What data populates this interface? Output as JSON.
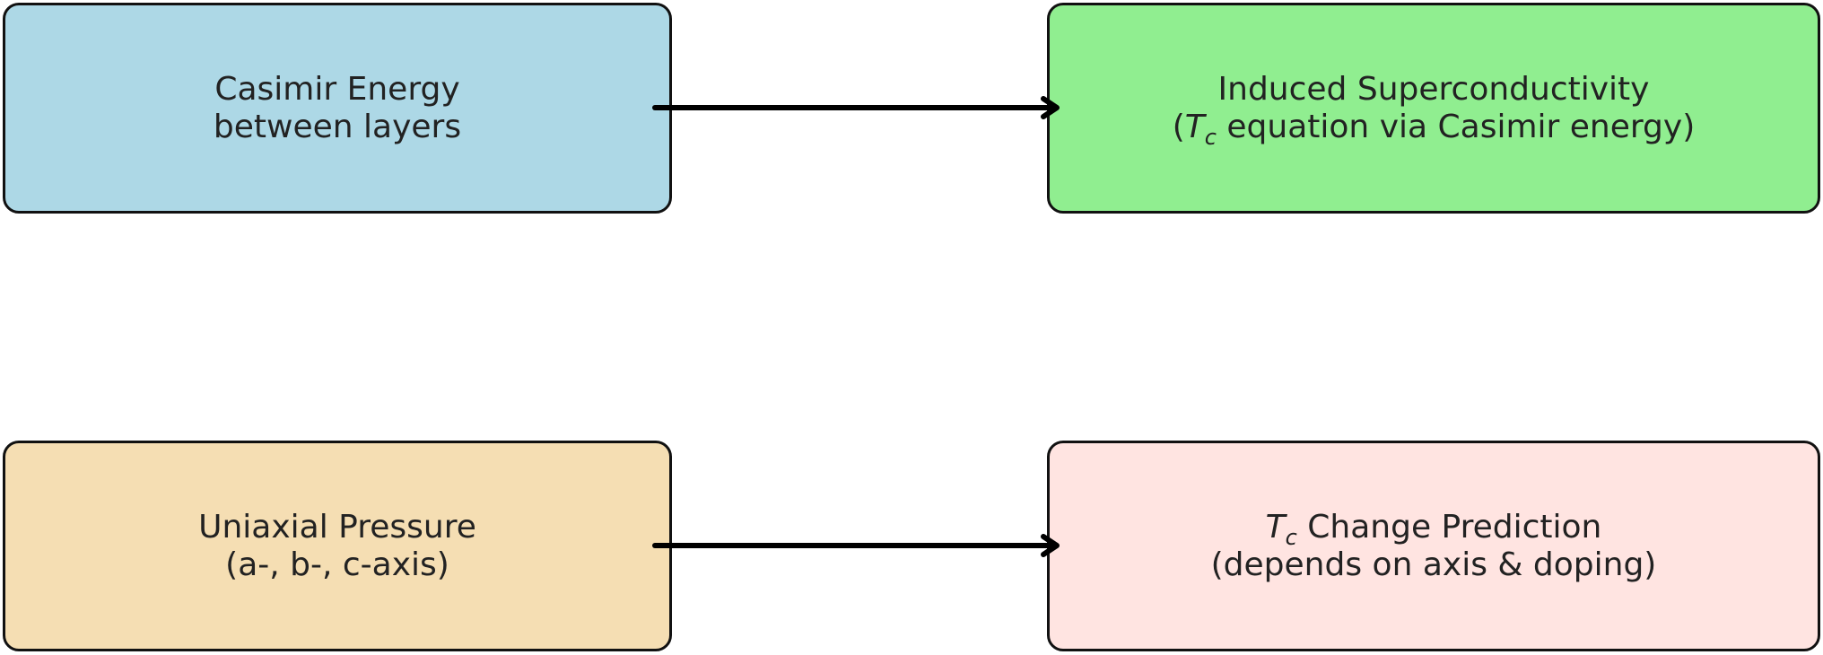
{
  "diagram": {
    "nodes": {
      "casimir": {
        "line1": "Casimir Energy",
        "line2": "between layers",
        "fill": "#add8e6"
      },
      "induced": {
        "line1": "Induced Superconductivity",
        "line2_prefix": "(",
        "symbol_main": "T",
        "symbol_sub": "c",
        "line2_suffix": " equation via Casimir energy)",
        "fill": "#90ee90"
      },
      "pressure": {
        "line1": "Uniaxial Pressure",
        "line2": "(a-, b-, c-axis)",
        "fill": "#f5deb3"
      },
      "tc_change": {
        "symbol_main": "T",
        "symbol_sub": "c",
        "line1_suffix": " Change Prediction",
        "line2": "(depends on axis & doping)",
        "fill": "#ffe4e1"
      }
    },
    "edges": [
      {
        "from": "casimir",
        "to": "induced"
      },
      {
        "from": "pressure",
        "to": "tc_change"
      }
    ],
    "border_color": "#111111",
    "arrow_color": "#000000"
  }
}
